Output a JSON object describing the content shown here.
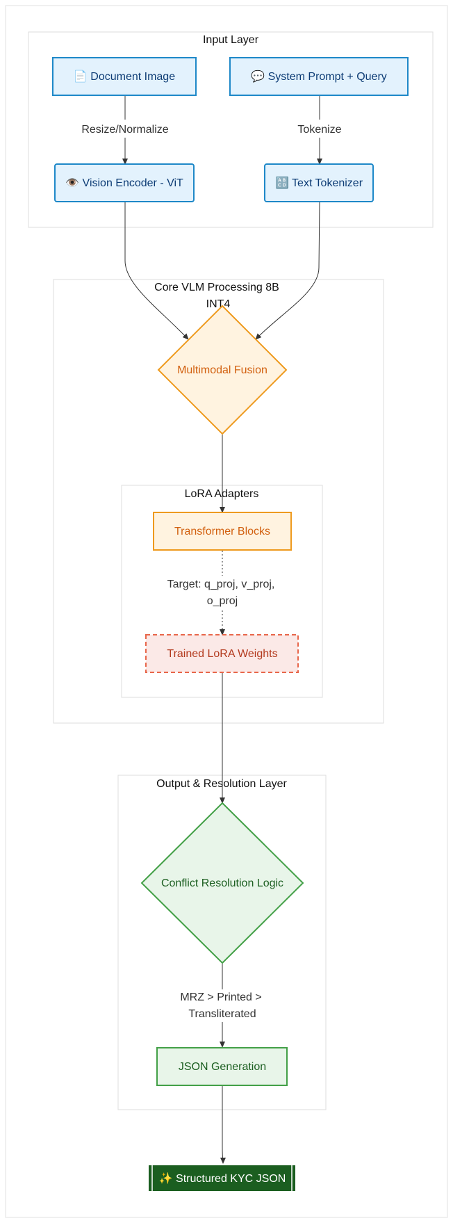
{
  "clusters": {
    "input": {
      "label": "Input Layer"
    },
    "core": {
      "label_line1": "Core VLM Processing 8B",
      "label_line2": "INT4"
    },
    "lora": {
      "label": "LoRA Adapters"
    },
    "output": {
      "label": "Output & Resolution Layer"
    }
  },
  "nodes": {
    "doc_image": "📄 Document Image",
    "system_prompt": "💬 System Prompt + Query",
    "vision_encoder": "👁️ Vision Encoder - ViT",
    "text_tokenizer": "🔠 Text Tokenizer",
    "fusion": "Multimodal Fusion",
    "transformer": "Transformer Blocks",
    "lora_weights": "Trained LoRA Weights",
    "conflict": "Conflict Resolution Logic",
    "json_gen": "JSON Generation",
    "kyc_json": "✨ Structured KYC JSON"
  },
  "edges": {
    "resize": "Resize/Normalize",
    "tokenize": "Tokenize",
    "target_line1": "Target: q_proj, v_proj,",
    "target_line2": "o_proj",
    "priority_line1": "MRZ > Printed >",
    "priority_line2": "Transliterated"
  },
  "colors": {
    "input_fill": "#e3f2fd",
    "input_stroke": "#1e88c8",
    "input_text": "#0d3c75",
    "core_fill": "#fff3e0",
    "core_stroke": "#ee9a1e",
    "core_text": "#d2600f",
    "lora_fill": "#fbe9e7",
    "lora_stroke": "#e8664a",
    "lora_text": "#b33a1e",
    "output_fill": "#e8f5e9",
    "output_stroke": "#43a047",
    "output_text": "#1b5e20",
    "final_fill": "#1b5e20",
    "final_text": "#ffffff"
  }
}
